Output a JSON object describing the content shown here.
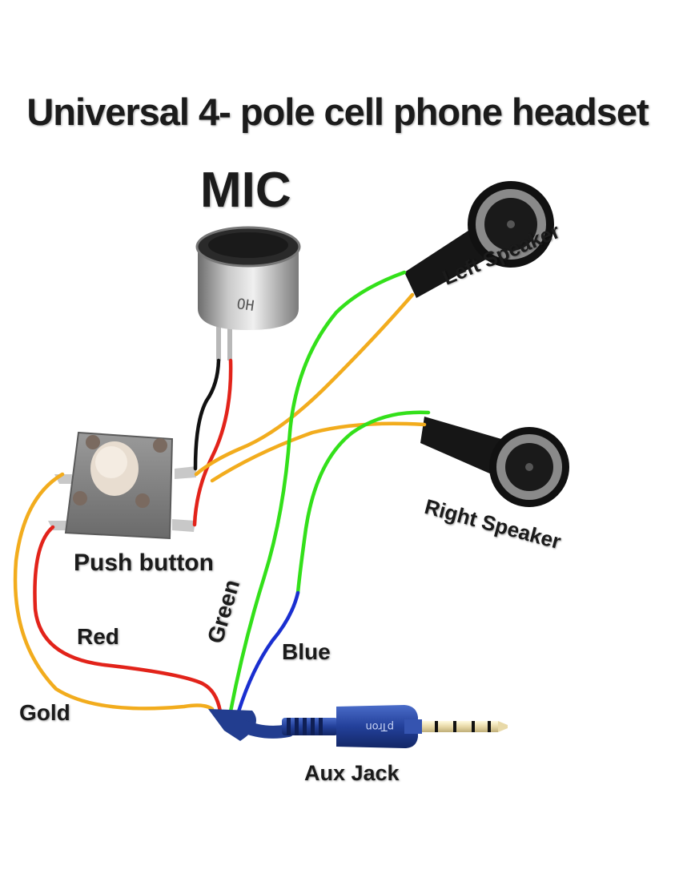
{
  "title": "Universal 4- pole cell phone headset",
  "components": {
    "mic": "MIC",
    "left_speaker": "Left Speaker",
    "right_speaker": "Right Speaker",
    "push_button": "Push button",
    "aux_jack": "Aux Jack",
    "jack_brand": "pTron"
  },
  "wires": {
    "green": "Green",
    "red": "Red",
    "blue": "Blue",
    "gold": "Gold"
  },
  "colors": {
    "green_wire": "#33e01a",
    "red_wire": "#e2231a",
    "blue_wire": "#1a2fd0",
    "gold_wire": "#f2ac1d",
    "black_wire": "#111111",
    "jack_body": "#2a4aa6"
  }
}
